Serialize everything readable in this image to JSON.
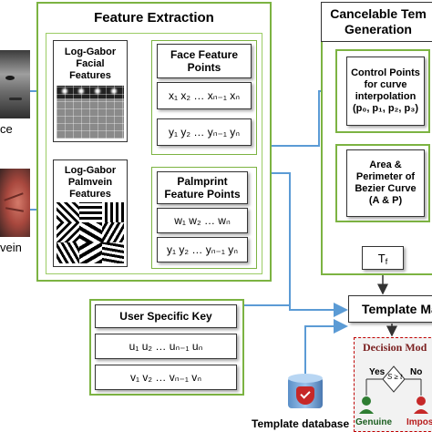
{
  "feature_extraction": {
    "title": "Feature Extraction",
    "log_gabor_facial": "Log-Gabor\nFacial\nFeatures",
    "face_points_title": "Face Feature\nPoints",
    "face_x": "x₁ x₂ … xₙ₋₁ xₙ",
    "face_y": "y₁ y₂ … yₙ₋₁ yₙ",
    "log_gabor_palm": "Log-Gabor\nPalmvein\nFeatures",
    "palm_points_title": "Palmprint\nFeature Points",
    "palm_w": "w₁ w₂ … wₙ",
    "palm_y": "y₁ y₂ … yₙ₋₁ yₙ"
  },
  "cancelable": {
    "title": "Cancelable Tem\nGeneration",
    "control_points": "Control Points\nfor curve\ninterpolation\n(p₀, p₁, p₂, p₃)",
    "area_perimeter": "Area &\nPerimeter of\nBezier Curve\n(A & P)",
    "tf": "T_f"
  },
  "user_key": {
    "title": "User Specific Key",
    "u": "u₁ u₂ … uₙ₋₁ uₙ",
    "v": "v₁ v₂ … vₙ₋₁ vₙ"
  },
  "template_match": "Template Ma",
  "decision": {
    "title": "Decision Mod",
    "yes": "Yes",
    "no": "No",
    "condition": "S ≥ t",
    "genuine": "Genuine",
    "impostor": "Impost"
  },
  "template_db": "Template database",
  "left_labels": {
    "face": "ce",
    "palm": "vein"
  },
  "colors": {
    "green_border": "#7cb342",
    "arrow_blue": "#5b9bd5",
    "decision_border": "#c00000",
    "genuine": "#2e7d32",
    "impostor": "#c62828"
  }
}
